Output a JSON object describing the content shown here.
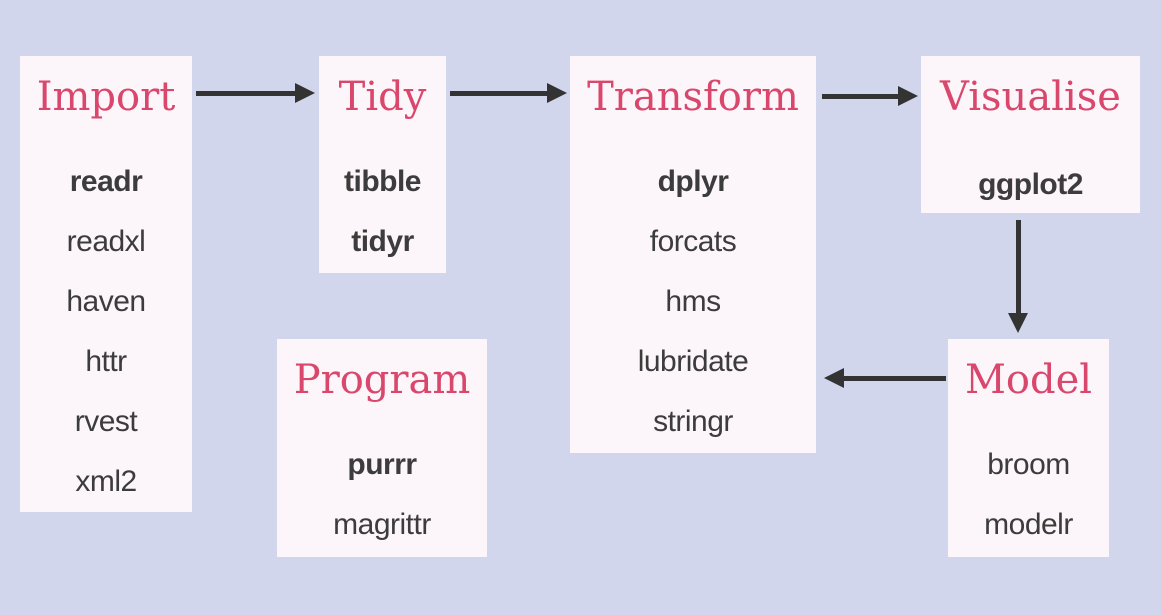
{
  "colors": {
    "background": "#d2d6ec",
    "box_background": "#fcf5f9",
    "title": "#d9476d",
    "package_text": "#3c3c3c",
    "arrow": "#333333"
  },
  "boxes": {
    "import": {
      "title": "Import",
      "packages": [
        {
          "name": "readr",
          "bold": true
        },
        {
          "name": "readxl",
          "bold": false
        },
        {
          "name": "haven",
          "bold": false
        },
        {
          "name": "httr",
          "bold": false
        },
        {
          "name": "rvest",
          "bold": false
        },
        {
          "name": "xml2",
          "bold": false
        }
      ]
    },
    "tidy": {
      "title": "Tidy",
      "packages": [
        {
          "name": "tibble",
          "bold": true
        },
        {
          "name": "tidyr",
          "bold": true
        }
      ]
    },
    "transform": {
      "title": "Transform",
      "packages": [
        {
          "name": "dplyr",
          "bold": true
        },
        {
          "name": "forcats",
          "bold": false
        },
        {
          "name": "hms",
          "bold": false
        },
        {
          "name": "lubridate",
          "bold": false
        },
        {
          "name": "stringr",
          "bold": false
        }
      ]
    },
    "visualise": {
      "title": "Visualise",
      "packages": [
        {
          "name": "ggplot2",
          "bold": true
        }
      ]
    },
    "model": {
      "title": "Model",
      "packages": [
        {
          "name": "broom",
          "bold": false
        },
        {
          "name": "modelr",
          "bold": false
        }
      ]
    },
    "program": {
      "title": "Program",
      "packages": [
        {
          "name": "purrr",
          "bold": true
        },
        {
          "name": "magrittr",
          "bold": false
        }
      ]
    }
  },
  "arrows": [
    {
      "from": "Import",
      "to": "Tidy",
      "direction": "right"
    },
    {
      "from": "Tidy",
      "to": "Transform",
      "direction": "right"
    },
    {
      "from": "Transform",
      "to": "Visualise",
      "direction": "right"
    },
    {
      "from": "Visualise",
      "to": "Model",
      "direction": "down"
    },
    {
      "from": "Model",
      "to": "Transform",
      "direction": "left"
    }
  ]
}
